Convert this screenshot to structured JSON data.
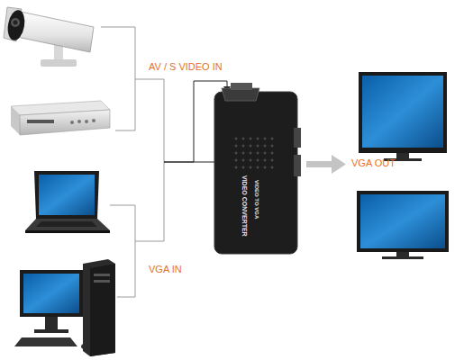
{
  "diagram": {
    "nodes": [
      {
        "text": [
          "VIDEO CONVERTER",
          "VIDEO TO VGA"
        ]
      }
    ],
    "labels": [
      "AV / S VIDEO IN",
      "VGA IN",
      "VGA OUT"
    ]
  }
}
